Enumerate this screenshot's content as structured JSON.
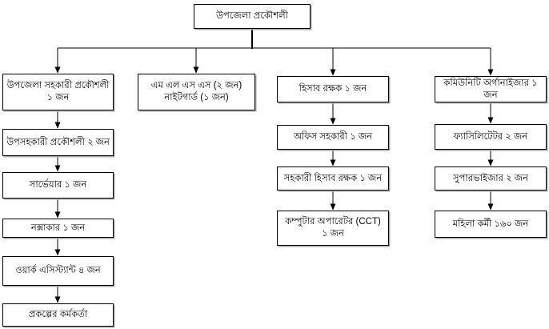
{
  "chart": {
    "root": {
      "label": "উপজেলা প্রকৌশলী"
    },
    "columns": [
      {
        "name": "engineering-line",
        "boxes": [
          {
            "label": "উপজেলা সহকারী প্রকৌশলী ১ জন"
          },
          {
            "label": "উপসহকারী প্রকৌশলী ২ জন"
          },
          {
            "label": "সার্ভেয়ার ১ জন"
          },
          {
            "label": "নক্সাকার ১ জন"
          },
          {
            "label": "ওয়ার্ক এসিস্ট্যান্ট ৪ জন"
          },
          {
            "label": "প্রকল্পের কর্মকর্তা"
          }
        ]
      },
      {
        "name": "support-staff",
        "boxes": [
          {
            "label": "এম এল এস এস (২ জন)\nনাইটগার্ড (১ জন)"
          }
        ]
      },
      {
        "name": "accounts-line",
        "boxes": [
          {
            "label": "হিসাব রক্ষক ১ জন"
          },
          {
            "label": "অফিস সহকারী ১ জন"
          },
          {
            "label": "সহকারী হিসাব রক্ষক ১ জন"
          },
          {
            "label": "কম্পুটার অপারেটর (CCT) ১ জন"
          }
        ]
      },
      {
        "name": "community-line",
        "boxes": [
          {
            "label": "কমিউনিটি অর্গানাইজার ১ জন"
          },
          {
            "label": "ফ্যাসিলিটেটর ২ জন"
          },
          {
            "label": "সুপারভাইজার ২ জন"
          },
          {
            "label": "মহিলা কর্মী ১৬০ জন"
          }
        ]
      }
    ],
    "colors": {
      "box_border": "#000000",
      "box_fill": "#ffffff",
      "line": "#000000",
      "background": "#ffffff"
    }
  }
}
